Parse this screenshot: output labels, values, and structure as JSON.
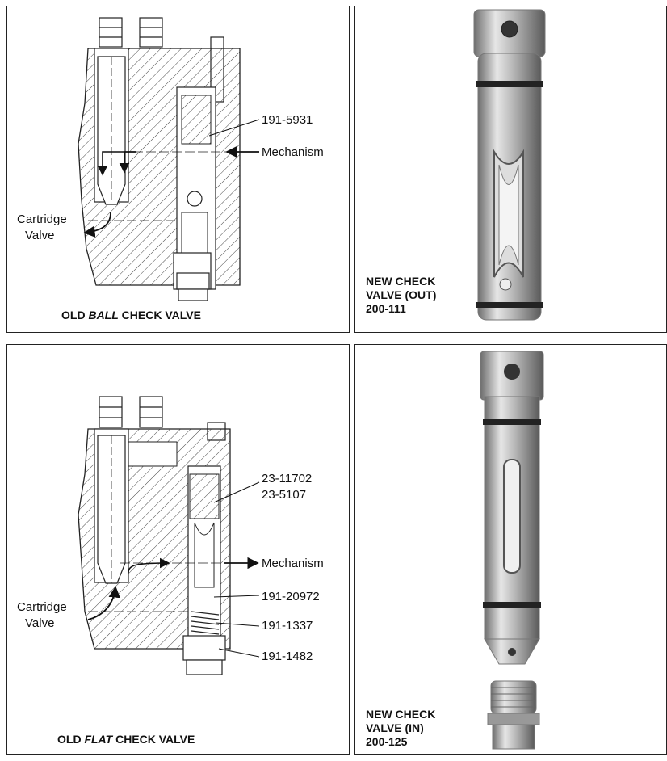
{
  "panels": {
    "old_ball": {
      "caption_pre": "OLD ",
      "caption_em": "BALL",
      "caption_post": " CHECK VALVE",
      "labels": {
        "part": "191-5931",
        "mechanism": "Mechanism",
        "cartridge_line1": "Cartridge",
        "cartridge_line2": "Valve"
      }
    },
    "new_out": {
      "caption_line1": "NEW CHECK",
      "caption_line2": "VALVE (OUT)",
      "caption_line3": "200-111"
    },
    "old_flat": {
      "caption_pre": "OLD ",
      "caption_em": "FLAT",
      "caption_post": " CHECK VALVE",
      "labels": {
        "part_a": "23-11702",
        "part_b": "23-5107",
        "mechanism": "Mechanism",
        "part_c": "191-20972",
        "part_d": "191-1337",
        "part_e": "191-1482",
        "cartridge_line1": "Cartridge",
        "cartridge_line2": "Valve"
      }
    },
    "new_in": {
      "caption_line1": "NEW CHECK",
      "caption_line2": "VALVE (IN)",
      "caption_line3": "200-125"
    }
  }
}
